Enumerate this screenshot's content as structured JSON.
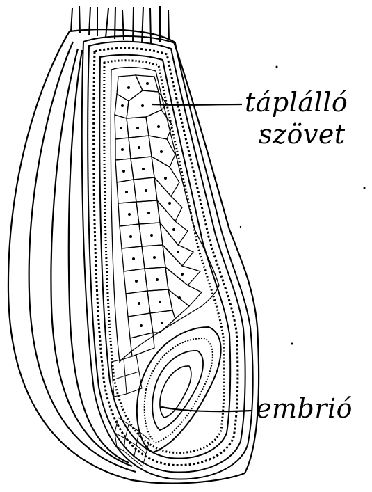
{
  "labels": {
    "nutritive_tissue_line1": "táplálló",
    "nutritive_tissue_line2": "szövet",
    "embryo": "embrió"
  }
}
